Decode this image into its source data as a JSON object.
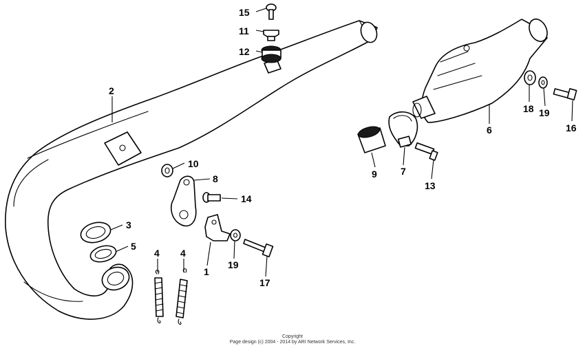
{
  "callouts": {
    "c1": "1",
    "c2": "2",
    "c3": "3",
    "c4a": "4",
    "c4b": "4",
    "c5": "5",
    "c6": "6",
    "c7": "7",
    "c8": "8",
    "c9": "9",
    "c10": "10",
    "c11": "11",
    "c12": "12",
    "c13": "13",
    "c14": "14",
    "c15": "15",
    "c16": "16",
    "c17": "17",
    "c18": "18",
    "c19a": "19",
    "c19b": "19"
  },
  "copyright": {
    "line1": "Copyright",
    "line2": "Page design (c) 2004 - 2014 by ARI Network Services, Inc."
  }
}
